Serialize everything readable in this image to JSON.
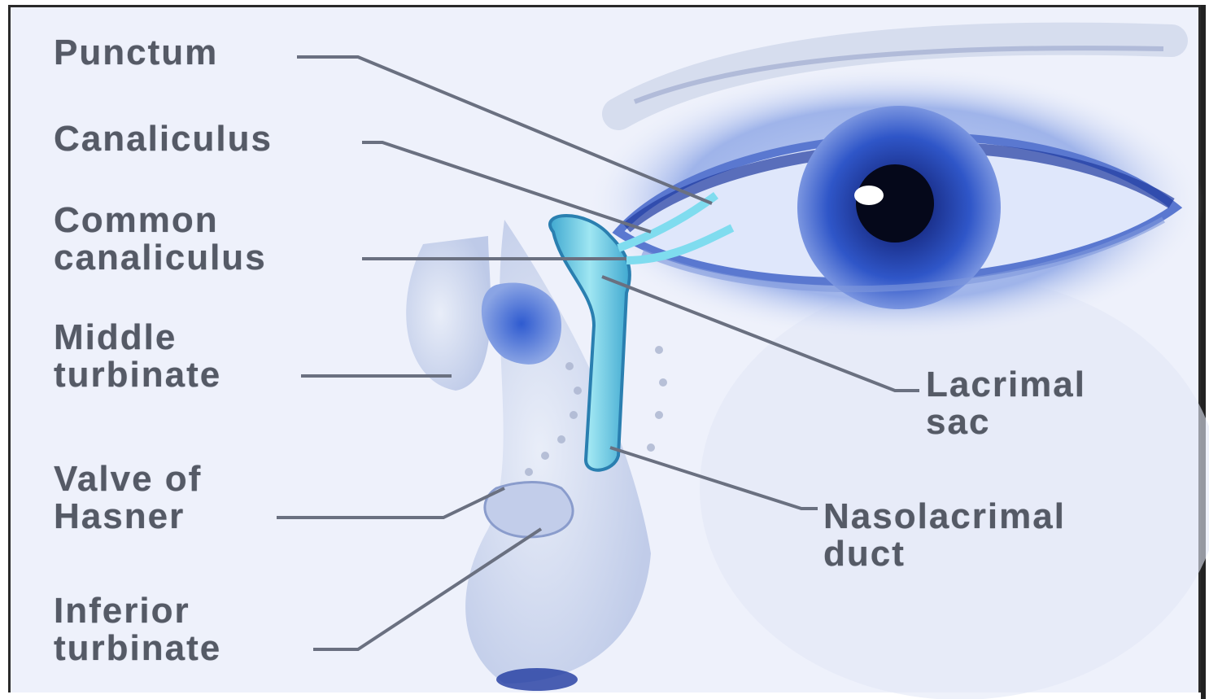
{
  "labels": {
    "punctum": "Punctum",
    "canaliculus": "Canaliculus",
    "common_canaliculus": [
      "Common",
      "canaliculus"
    ],
    "middle_turbinate": [
      "Middle",
      "turbinate"
    ],
    "valve_of_hasner": [
      "Valve of",
      "Hasner"
    ],
    "inferior_turbinate": [
      "Inferior",
      "turbinate"
    ],
    "lacrimal_sac": [
      "Lacrimal",
      "sac"
    ],
    "nasolacrimal_duct": [
      "Nasolacrimal",
      "duct"
    ]
  },
  "colors": {
    "background": "#eef1fb",
    "iris": "#2f56c8",
    "duct": "#6fd2e6",
    "label_text": "#555a66",
    "leader_lines": "#6a7080"
  }
}
